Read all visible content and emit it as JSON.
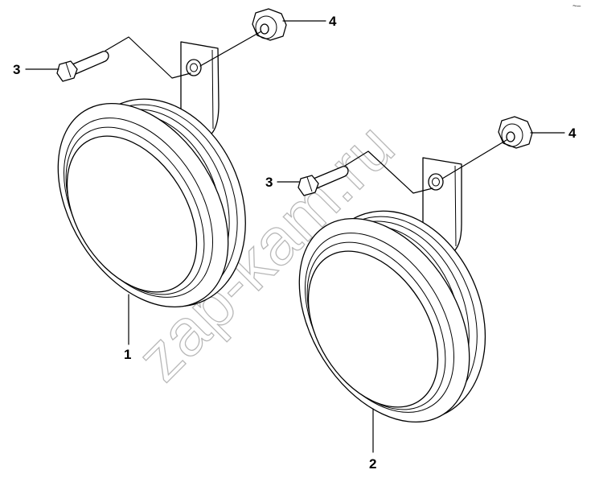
{
  "diagram": {
    "watermark": "zap-kam.ru",
    "corner_mark": "~–",
    "labels": {
      "horn_1": "1",
      "horn_2": "2",
      "bolt_1": "3",
      "bolt_2": "3",
      "nut_1": "4",
      "nut_2": "4"
    }
  }
}
